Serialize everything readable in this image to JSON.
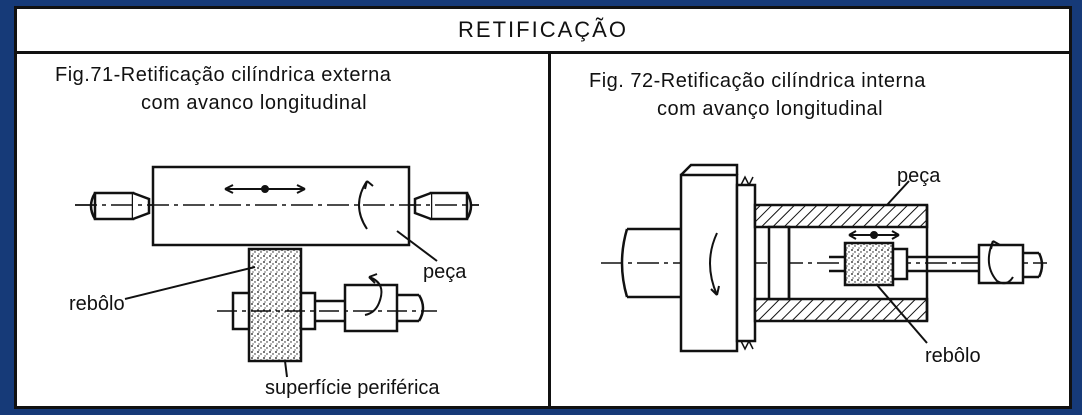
{
  "header": {
    "title": "RETIFICAÇÃO"
  },
  "fig71": {
    "caption_line1": "Fig.71-Retificação cilíndrica externa",
    "caption_line2": "com avanco longitudinal",
    "label_peca": "peça",
    "label_rebolo": "rebôlo",
    "label_superficie": "superfície periférica"
  },
  "fig72": {
    "caption_line1": "Fig. 72-Retificação cilíndrica interna",
    "caption_line2": "com avanço longitudinal",
    "label_peca": "peça",
    "label_rebolo": "rebôlo"
  },
  "colors": {
    "frame": "#163a78",
    "ink": "#111111",
    "paper": "#ffffff"
  }
}
